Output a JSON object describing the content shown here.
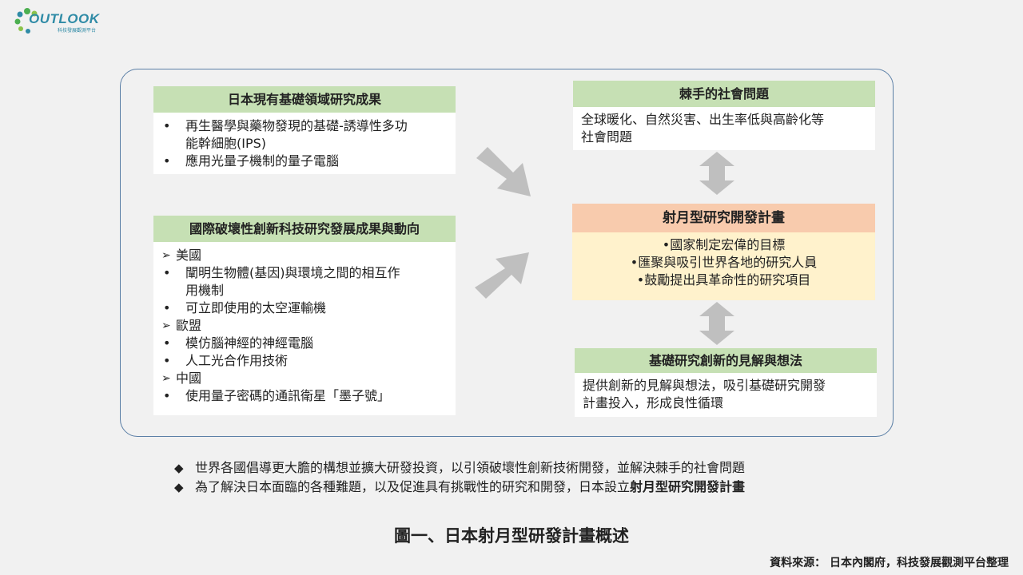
{
  "logo": {
    "wordmark": "OUTLOOK",
    "subtitle": "科技發展觀測平台"
  },
  "left_top": {
    "title": "日本現有基礎領域研究成果",
    "items": [
      {
        "kind": "bullet",
        "lines": [
          "再生醫學與藥物發現的基礎-誘導性多功",
          "能幹細胞(IPS)"
        ]
      },
      {
        "kind": "bullet",
        "lines": [
          "應用光量子機制的量子電腦"
        ]
      }
    ]
  },
  "left_bottom": {
    "title": "國際破壞性創新科技研究發展成果與動向",
    "items": [
      {
        "kind": "region",
        "lines": [
          "美國"
        ]
      },
      {
        "kind": "bullet",
        "lines": [
          "闡明生物體(基因)與環境之間的相互作",
          "用機制"
        ]
      },
      {
        "kind": "bullet",
        "lines": [
          "可立即使用的太空運輸機"
        ]
      },
      {
        "kind": "region",
        "lines": [
          "歐盟"
        ]
      },
      {
        "kind": "bullet",
        "lines": [
          "模仿腦神經的神經電腦"
        ]
      },
      {
        "kind": "bullet",
        "lines": [
          "人工光合作用技術"
        ]
      },
      {
        "kind": "region",
        "lines": [
          "中國"
        ]
      },
      {
        "kind": "bullet",
        "lines": [
          "使用量子密碼的通訊衛星「墨子號」"
        ]
      }
    ]
  },
  "right_top": {
    "title": "棘手的社會問題",
    "lines": [
      "全球暖化、自然災害、出生率低與高齡化等",
      "社會問題"
    ]
  },
  "center": {
    "title": "射月型研究開發計畫",
    "lines": [
      "•國家制定宏偉的目標",
      "•匯聚與吸引世界各地的研究人員",
      "•鼓勵提出具革命性的研究項目"
    ]
  },
  "right_bottom": {
    "title": "基礎研究創新的見解與想法",
    "lines": [
      "提供創新的見解與想法，吸引基礎研究開發",
      "計畫投入，形成良性循環"
    ]
  },
  "footer": {
    "bullet": "◆",
    "line1": "世界各國倡導更大膽的構想並擴大研發投資，以引領破壞性創新技術開發，並解決棘手的社會問題",
    "line2_prefix": "為了解決日本面臨的各種難題，以及促進具有挑戰性的研究和開發，日本設立",
    "line2_bold": "射月型研究開發計畫"
  },
  "caption": "圖一、日本射月型研發計畫概述",
  "source": "資料來源： 日本內閣府，科技發展觀測平台整理",
  "colors": {
    "green_header": "#c6e0b4",
    "orange_header": "#f8cbad",
    "yellow_body": "#fff2cc",
    "frame_border": "#5b7fa6",
    "arrow_gray": "#bfbfbf",
    "logo_teal": "#2f8ba6",
    "logo_green": "#4caf50"
  }
}
